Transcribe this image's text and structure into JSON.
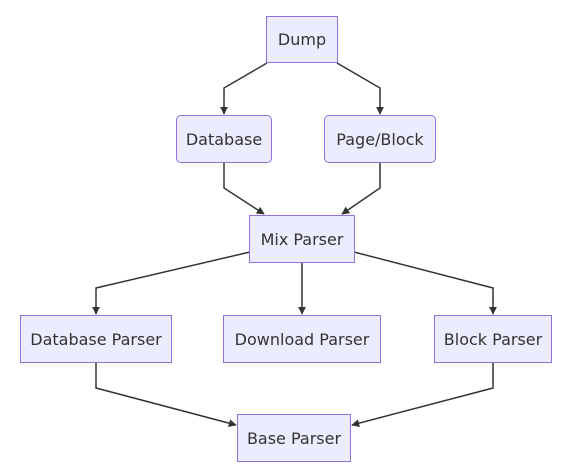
{
  "diagram": {
    "type": "flowchart",
    "colors": {
      "node_fill": "#ececff",
      "node_border": "#9370db",
      "edge": "#333333",
      "text": "#333333"
    },
    "nodes": {
      "dump": "Dump",
      "database": "Database",
      "page_block": "Page/Block",
      "mix_parser": "Mix Parser",
      "database_parser": "Database Parser",
      "download_parser": "Download Parser",
      "block_parser": "Block Parser",
      "base_parser": "Base Parser"
    },
    "edges": [
      {
        "from": "dump",
        "to": "database"
      },
      {
        "from": "dump",
        "to": "page_block"
      },
      {
        "from": "database",
        "to": "mix_parser"
      },
      {
        "from": "page_block",
        "to": "mix_parser"
      },
      {
        "from": "mix_parser",
        "to": "database_parser"
      },
      {
        "from": "mix_parser",
        "to": "download_parser"
      },
      {
        "from": "mix_parser",
        "to": "block_parser"
      },
      {
        "from": "database_parser",
        "to": "base_parser"
      },
      {
        "from": "block_parser",
        "to": "base_parser"
      }
    ]
  }
}
